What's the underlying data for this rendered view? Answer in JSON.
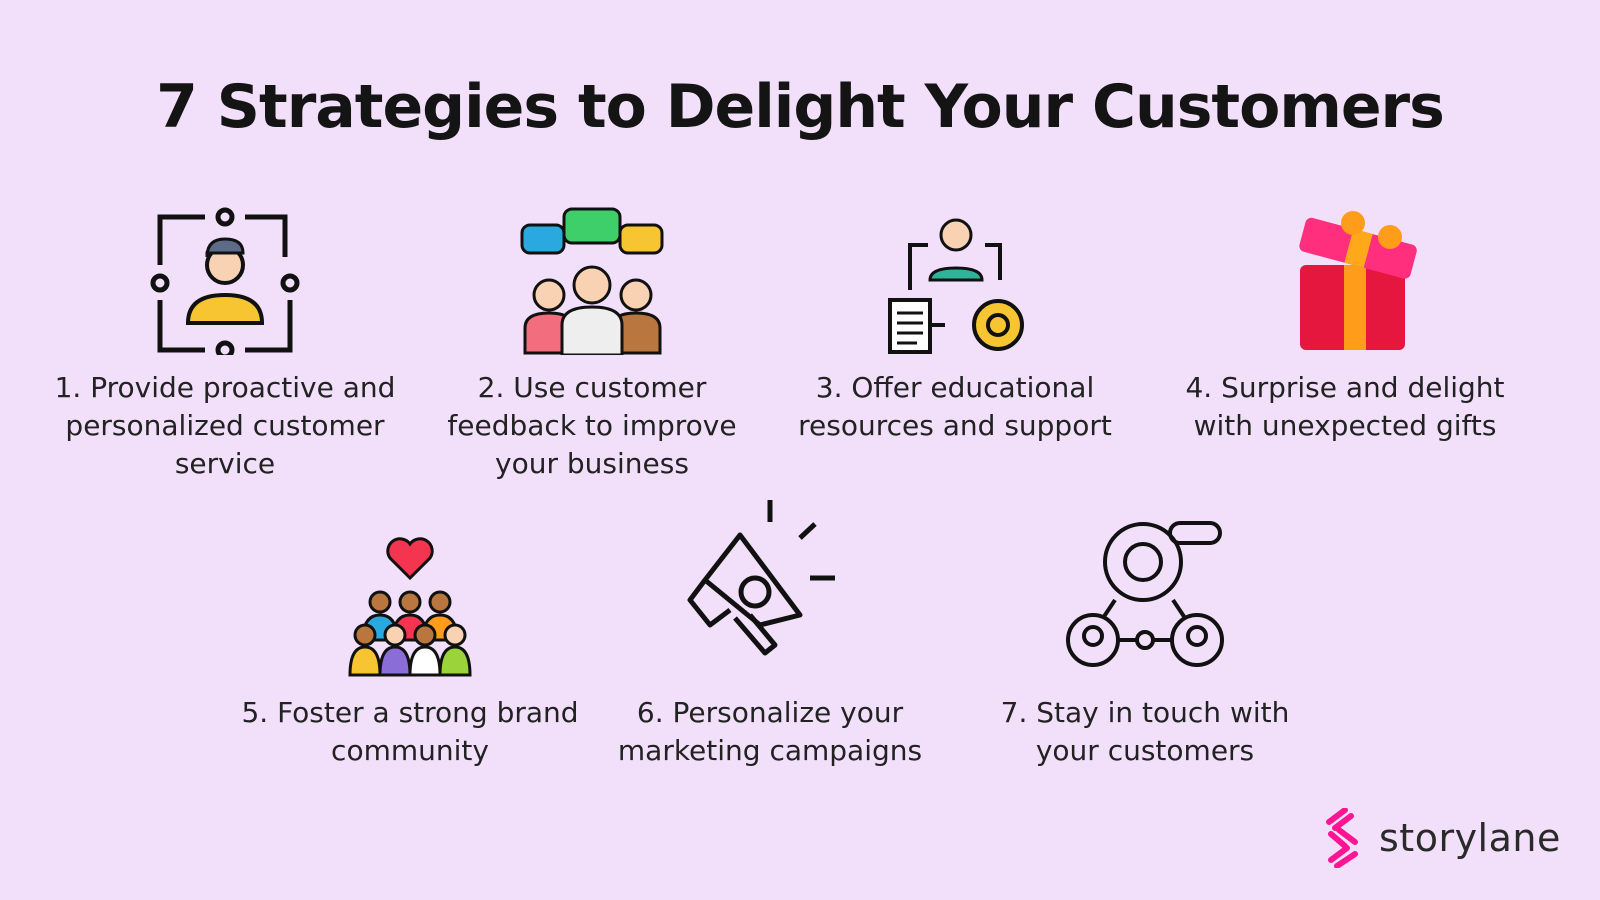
{
  "title": "7 Strategies to Delight Your Customers",
  "strategies": [
    {
      "label": "1. Provide proactive and personalized customer service",
      "icon": "customer-service-cycle-icon"
    },
    {
      "label": "2. Use customer feedback to improve your business",
      "icon": "feedback-group-icon"
    },
    {
      "label": "3. Offer educational resources and support",
      "icon": "education-resources-icon"
    },
    {
      "label": "4. Surprise and delight with unexpected gifts",
      "icon": "gift-icon"
    },
    {
      "label": "5. Foster a strong brand community",
      "icon": "community-icon"
    },
    {
      "label": "6. Personalize your marketing campaigns",
      "icon": "megaphone-icon"
    },
    {
      "label": "7. Stay in touch with your customers",
      "icon": "network-icon"
    }
  ],
  "brand": {
    "name": "storylane",
    "color": "#ff1493"
  }
}
